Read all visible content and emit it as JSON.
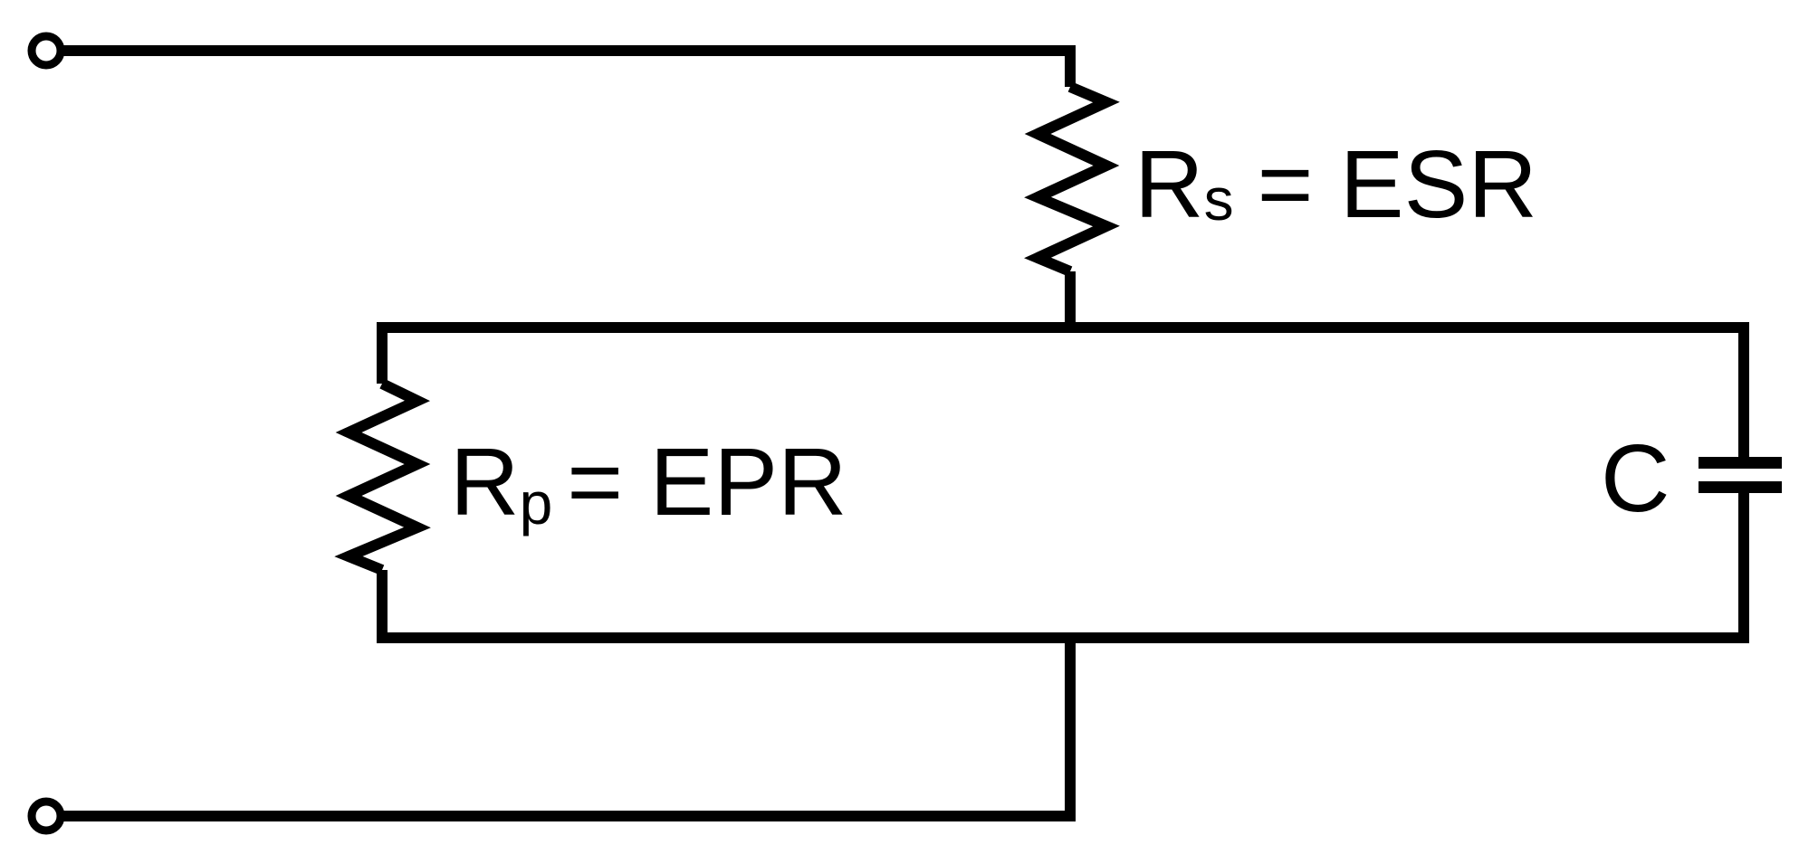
{
  "diagram": {
    "components": {
      "series_resistor": {
        "symbol": "R",
        "subscript": "s",
        "equation": "= ESR"
      },
      "parallel_resistor": {
        "symbol": "R",
        "subscript": "p",
        "equation": "= EPR"
      },
      "capacitor": {
        "symbol": "C"
      }
    }
  }
}
